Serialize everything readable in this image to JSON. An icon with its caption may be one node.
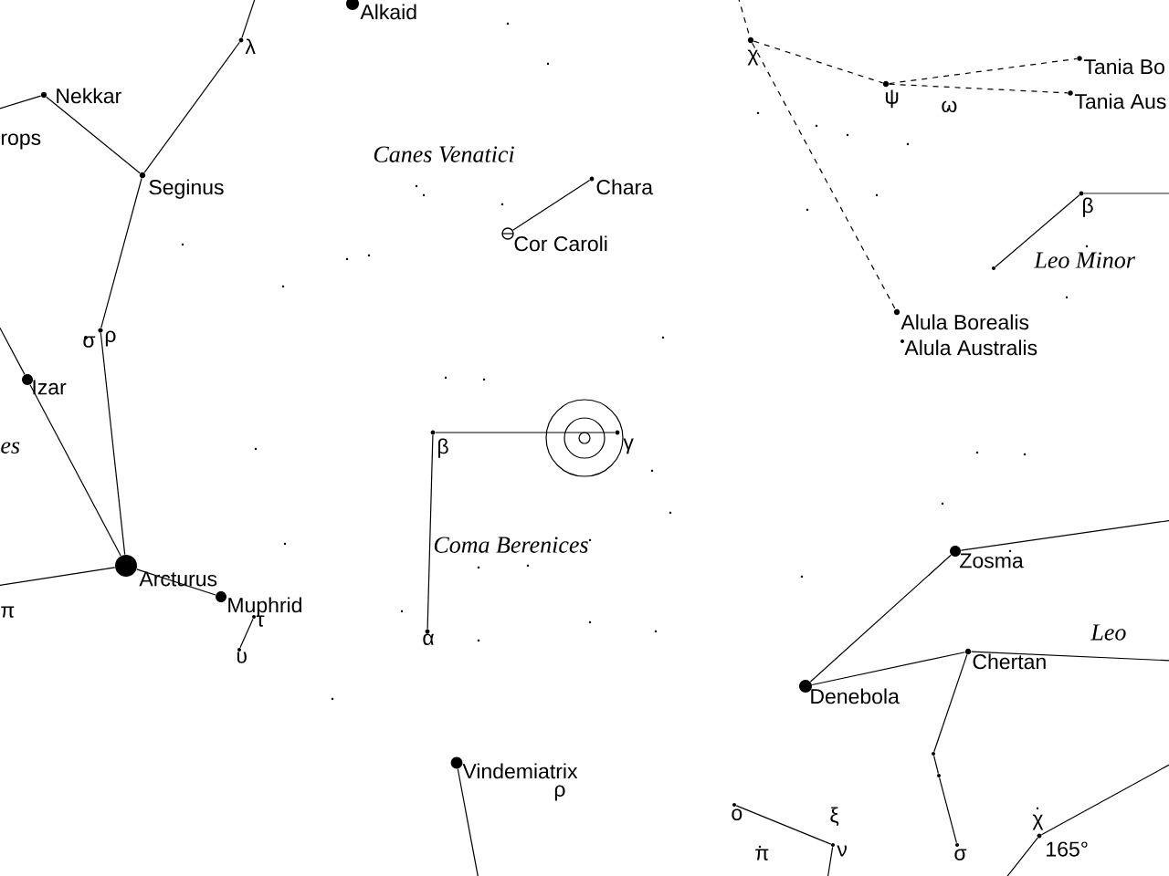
{
  "diagram": {
    "nodes": [
      {
        "text": [],
        "shape": "circle",
        "beside": [
          "Alkaid"
        ]
      },
      {
        "text": [],
        "shape": "circle",
        "beside": [
          "λ"
        ]
      },
      {
        "text": [],
        "shape": "circle",
        "beside": [
          "Nekkar"
        ]
      },
      {
        "text": [],
        "shape": "circle",
        "beside": [
          "Seginus"
        ]
      },
      {
        "text": [],
        "shape": "circle",
        "beside": [
          "ρ"
        ]
      },
      {
        "text": [],
        "shape": "circle",
        "beside": [
          "σ"
        ]
      },
      {
        "text": [],
        "shape": "circle",
        "beside": [
          "Izar"
        ]
      },
      {
        "text": [],
        "shape": "circle",
        "beside": [
          "Arcturus"
        ]
      },
      {
        "text": [],
        "shape": "circle",
        "beside": [
          "Muphrid"
        ]
      },
      {
        "text": [],
        "shape": "circle",
        "beside": [
          "τ"
        ]
      },
      {
        "text": [],
        "shape": "circle",
        "beside": [
          "υ"
        ]
      },
      {
        "text": [],
        "shape": "circle",
        "beside": [
          "Chara"
        ]
      },
      {
        "text": [],
        "shape": "circle",
        "beside": [
          "Cor Caroli"
        ]
      },
      {
        "text": [],
        "shape": "circle",
        "beside": [
          "β"
        ]
      },
      {
        "text": [],
        "shape": "circle",
        "beside": [
          "γ"
        ]
      },
      {
        "text": [],
        "shape": "circle",
        "beside": [
          "α"
        ]
      },
      {
        "text": [],
        "shape": "circle",
        "beside": [
          "Vindemiatrix"
        ]
      },
      {
        "text": [],
        "shape": "circle",
        "beside": [
          "ο"
        ]
      },
      {
        "text": [],
        "shape": "circle",
        "beside": [
          "ν"
        ]
      },
      {
        "text": [],
        "shape": "circle",
        "beside": [
          "Zosma"
        ]
      },
      {
        "text": [],
        "shape": "circle",
        "beside": [
          "Denebola"
        ]
      },
      {
        "text": [],
        "shape": "circle",
        "beside": [
          "Chertan"
        ]
      },
      {
        "text": [],
        "shape": "circle"
      },
      {
        "text": [],
        "shape": "circle"
      },
      {
        "text": [],
        "shape": "circle",
        "beside": [
          "σ"
        ]
      },
      {
        "text": [],
        "shape": "circle",
        "beside": [
          "χ"
        ]
      },
      {
        "text": [],
        "shape": "circle",
        "beside": [
          "χ"
        ]
      },
      {
        "text": [],
        "shape": "circle",
        "beside": [
          "ψ"
        ]
      },
      {
        "text": [],
        "shape": "circle",
        "beside": [
          "Tania Bo"
        ]
      },
      {
        "text": [],
        "shape": "circle",
        "beside": [
          "Tania Aus"
        ]
      },
      {
        "text": [],
        "shape": "circle",
        "beside": [
          "Alula Borealis"
        ]
      },
      {
        "text": [],
        "shape": "circle",
        "beside": [
          "Alula Australis"
        ]
      },
      {
        "text": [],
        "shape": "circle",
        "beside": [
          "β"
        ]
      },
      {
        "text": [],
        "shape": "circle"
      }
    ],
    "edges": [
      {
        "from": null,
        "to": 1,
        "arrow": "none"
      },
      {
        "from": 1,
        "to": 3,
        "arrow": "none"
      },
      {
        "from": null,
        "to": 2,
        "arrow": "none"
      },
      {
        "from": 2,
        "to": 3,
        "arrow": "none"
      },
      {
        "from": 3,
        "to": 4,
        "arrow": "none"
      },
      {
        "from": 4,
        "to": 7,
        "arrow": "none"
      },
      {
        "from": null,
        "to": 6,
        "arrow": "none"
      },
      {
        "from": 6,
        "to": 7,
        "arrow": "none"
      },
      {
        "from": null,
        "to": 7,
        "arrow": "none"
      },
      {
        "from": 7,
        "to": 8,
        "arrow": "none"
      },
      {
        "from": 9,
        "to": 10,
        "arrow": "none"
      },
      {
        "from": 11,
        "to": 12,
        "arrow": "none"
      },
      {
        "from": 13,
        "to": 14,
        "arrow": "none"
      },
      {
        "from": 13,
        "to": 15,
        "arrow": "none"
      },
      {
        "from": null,
        "to": 16,
        "arrow": "none"
      },
      {
        "from": 17,
        "to": 18,
        "arrow": "none"
      },
      {
        "from": null,
        "to": 18,
        "arrow": "none"
      },
      {
        "from": null,
        "to": 19,
        "arrow": "none"
      },
      {
        "from": 19,
        "to": 20,
        "arrow": "none"
      },
      {
        "from": 20,
        "to": 21,
        "arrow": "none"
      },
      {
        "from": null,
        "to": 21,
        "arrow": "none"
      },
      {
        "from": 21,
        "to": 22,
        "arrow": "none"
      },
      {
        "from": 22,
        "to": 23,
        "arrow": "none"
      },
      {
        "from": 23,
        "to": 24,
        "arrow": "none"
      },
      {
        "from": null,
        "to": 25,
        "arrow": "none"
      },
      {
        "from": null,
        "to": 25,
        "arrow": "none"
      },
      {
        "from": null,
        "to": 26,
        "arrow": "none",
        "style": "dashed"
      },
      {
        "from": 26,
        "to": 27,
        "arrow": "none",
        "style": "dashed"
      },
      {
        "from": 26,
        "to": 30,
        "arrow": "none",
        "style": "dashed"
      },
      {
        "from": 27,
        "to": 28,
        "arrow": "none",
        "style": "dashed"
      },
      {
        "from": 27,
        "to": 29,
        "arrow": "none",
        "style": "dashed"
      },
      {
        "from": null,
        "to": 32,
        "arrow": "none"
      },
      {
        "from": 32,
        "to": 33,
        "arrow": "none"
      }
    ],
    "labels": [
      "ω",
      "rops",
      "Canes Venatici",
      "Leo Minor",
      "es",
      "Coma Berenices",
      "π",
      "Leo",
      "ρ",
      "ξ",
      "π",
      "165°"
    ]
  }
}
